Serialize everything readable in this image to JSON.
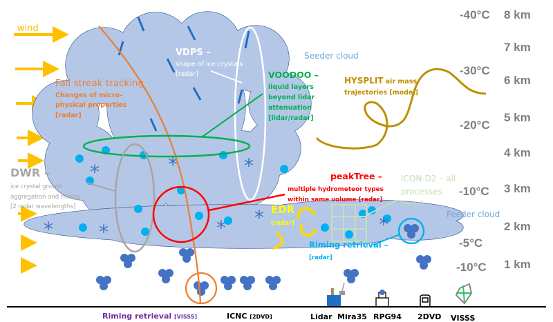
{
  "wind": {
    "label": "wind"
  },
  "clouds": {
    "seeder": "Seeder cloud",
    "feeder": "Feeder cloud"
  },
  "annotations": {
    "vdps": {
      "title": "VDPS –",
      "lines": [
        "shape of ice crystals",
        "[radar]"
      ]
    },
    "voodoo": {
      "title": "VOODOO –",
      "lines": [
        "liquid layers",
        "beyond lidar",
        "attenuation",
        "[lidar/radar]"
      ]
    },
    "fall_streak": {
      "title": "Fall streak tracking",
      "lines": [
        "Changes of micro-",
        "physical properties",
        "[radar]"
      ]
    },
    "hysplit": {
      "title": "HYSPLIT",
      "title_rest": " air mass",
      "line2": "trajectories [model]"
    },
    "dwr": {
      "title": "DWR –",
      "lines": [
        "ice crystal growth",
        "aggregation and riming",
        "[2 radar wavelengths]"
      ]
    },
    "peaktree": {
      "title": "peakTree –",
      "lines": [
        "multiple hydrometeor types",
        "within same volume [radar]"
      ]
    },
    "icon_d2": {
      "title": "ICON-D2 – all",
      "line2": "processes",
      "line3": "[model]"
    },
    "edr": {
      "title": "EDR",
      "line2": "[radar]"
    },
    "riming_radar": {
      "title": "Riming retrieval –",
      "line2": "[radar]"
    }
  },
  "temperatures": [
    "-40°C",
    "-30°C",
    "-20°C",
    "-10°C",
    "-5°C",
    "-10°C"
  ],
  "altitudes": [
    "8 km",
    "7 km",
    "6 km",
    "5 km",
    "4 km",
    "3 km",
    "2 km",
    "1 km"
  ],
  "ground": {
    "riming_visss": "Riming retrieval",
    "riming_visss_tag": "[VISSS]",
    "icnc": "ICNC",
    "icnc_tag": "[2DVD]",
    "instruments": [
      "Lidar",
      "Mira35",
      "RPG94",
      "2DVD",
      "VISSS"
    ]
  },
  "colors": {
    "cloud_fill": "#b4c7e7",
    "cloud_edge": "#2f5597",
    "hydrometeor": "#4472c4",
    "droplet": "#00b0f0",
    "wind": "#ffc000",
    "fall_streak": "#ed7d31",
    "voodoo": "#00b050",
    "hysplit": "#bf9000",
    "peaktree": "#ff0000",
    "dwr": "#a6a6a6",
    "icon": "#c5e0b4",
    "edr": "#ffff00",
    "riming": "#00b0f0",
    "visss": "#7030a0",
    "axis": "#7f7f7f"
  }
}
